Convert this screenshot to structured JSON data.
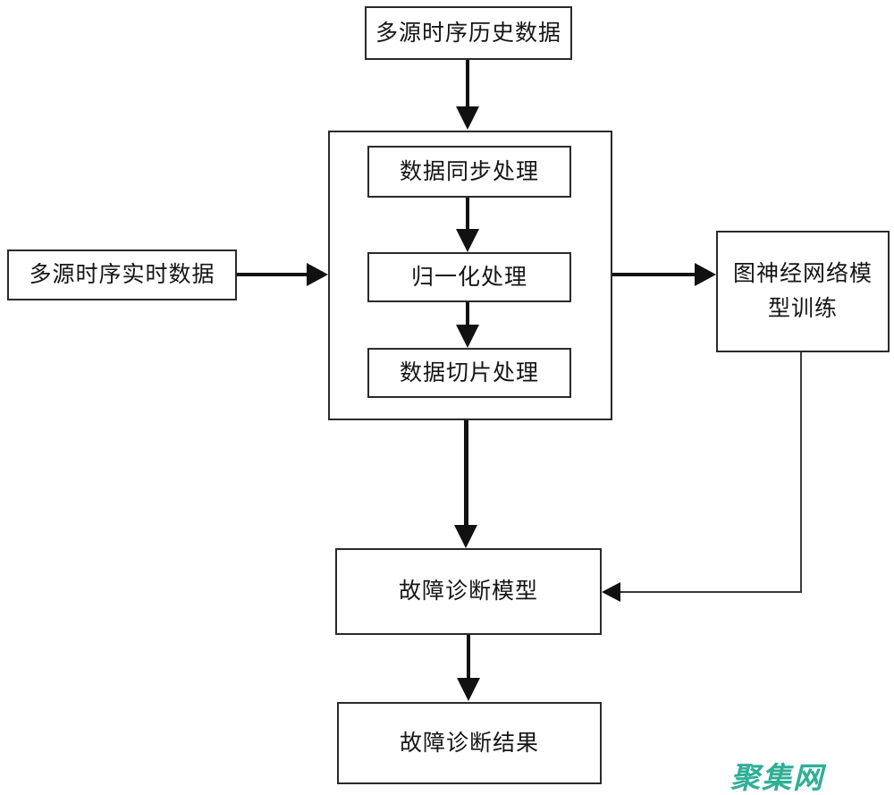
{
  "nodes": {
    "historical_data": "多源时序历史数据",
    "sync": "数据同步处理",
    "normalize": "归一化处理",
    "slice": "数据切片处理",
    "realtime_data": "多源时序实时数据",
    "gnn_training": "图神经网络模型训练",
    "diagnosis_model": "故障诊断模型",
    "diagnosis_result": "故障诊断结果"
  },
  "watermark": {
    "text": "聚集网",
    "color": "#2FAF96"
  },
  "colors": {
    "background": "#ffffff",
    "box_border": "#2a2a2a",
    "arrow": "#111111"
  }
}
